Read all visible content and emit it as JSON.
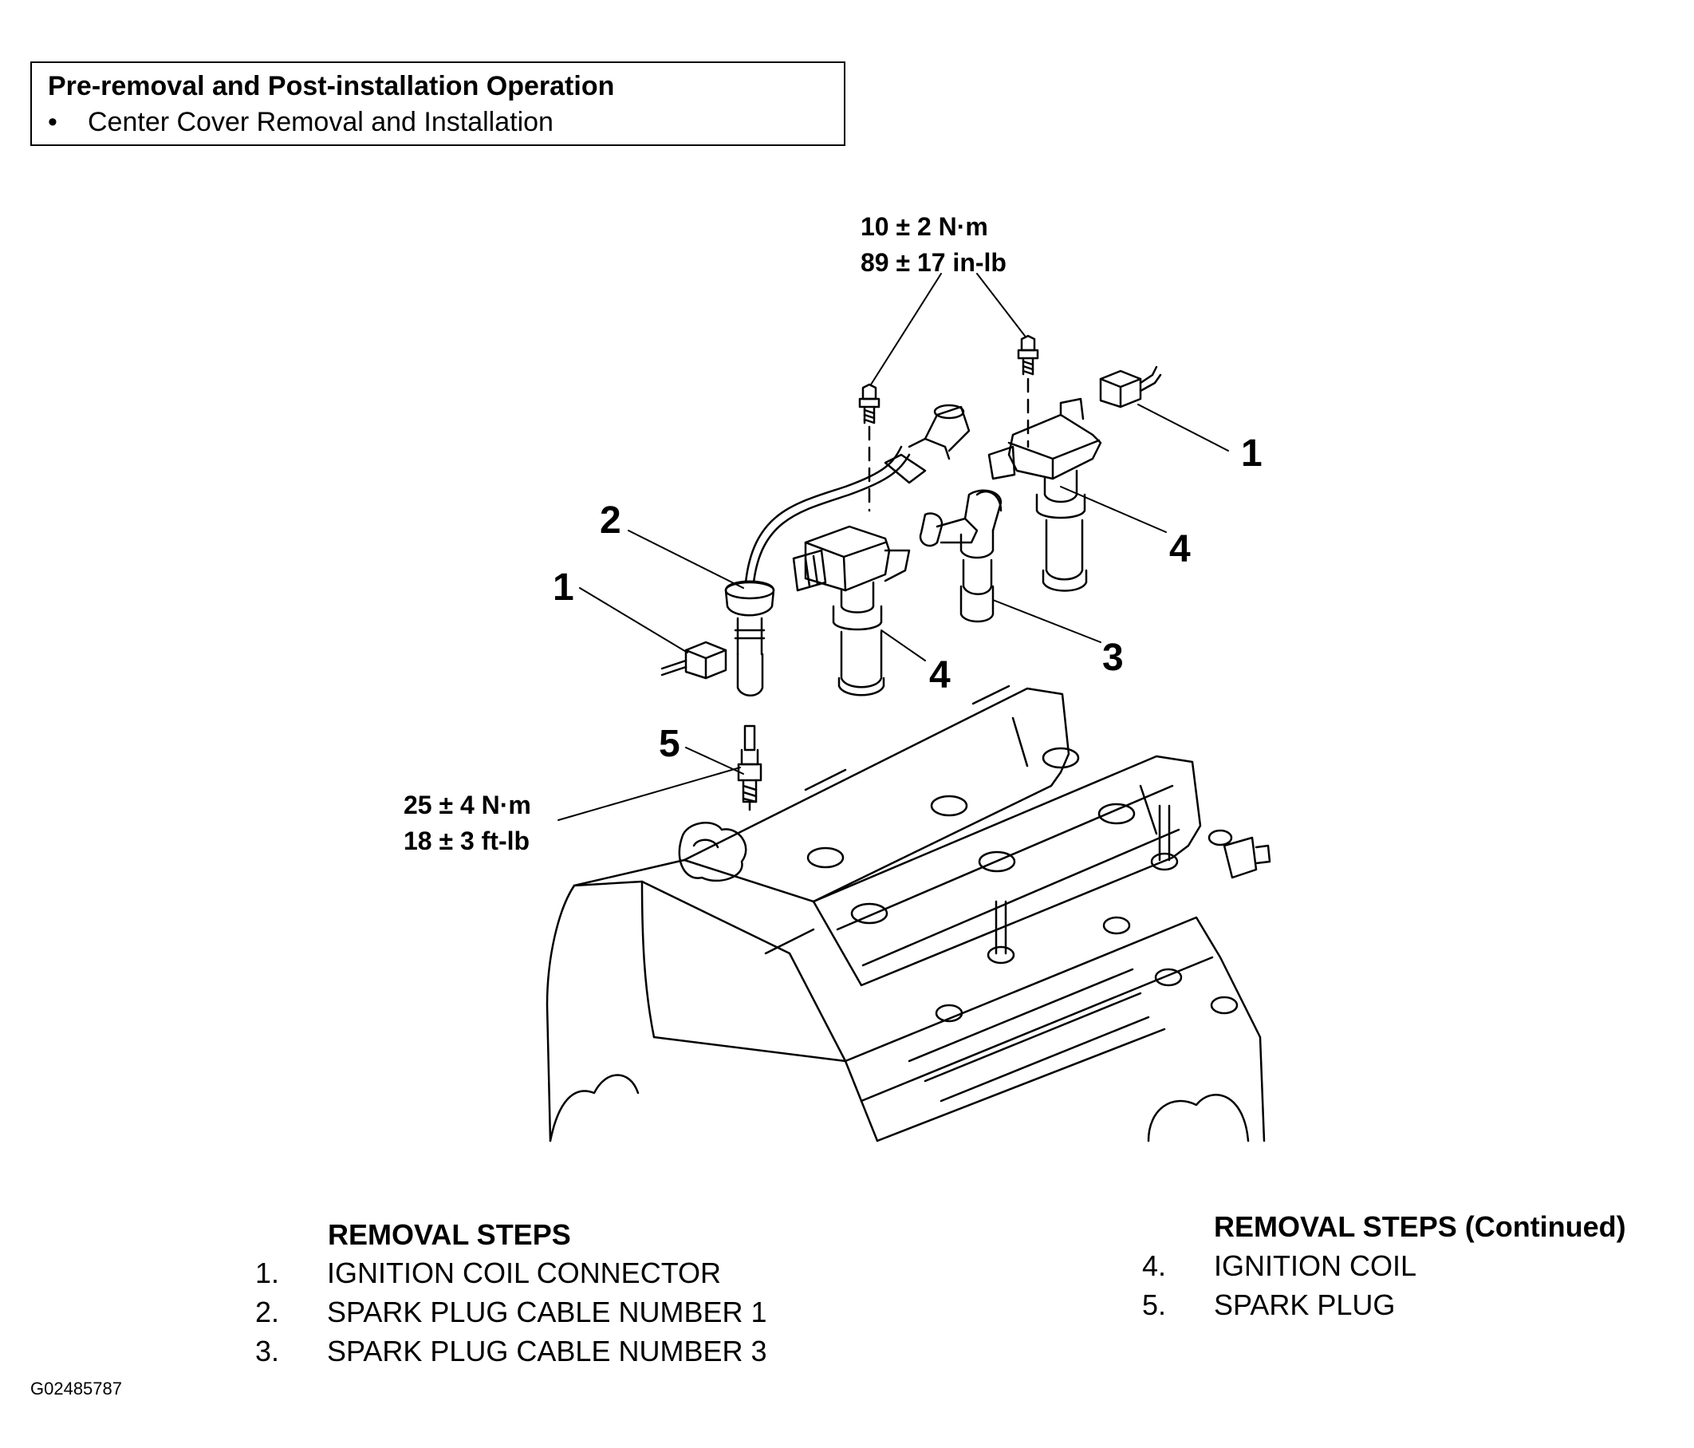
{
  "header_box": {
    "title": "Pre-removal and Post-installation Operation",
    "item": "Center Cover Removal and Installation"
  },
  "torque_specs": {
    "coil_bolts": {
      "metric": "10 ± 2 N·m",
      "imperial": "89 ± 17 in-lb"
    },
    "spark_plug": {
      "metric": "25 ± 4 N·m",
      "imperial": "18 ± 3 ft-lb"
    }
  },
  "callouts": [
    "1",
    "2",
    "1",
    "4",
    "4",
    "3",
    "5"
  ],
  "removal_steps": {
    "heading": "REMOVAL STEPS",
    "items": [
      {
        "num": "1.",
        "label": "IGNITION COIL CONNECTOR"
      },
      {
        "num": "2.",
        "label": "SPARK PLUG CABLE NUMBER 1"
      },
      {
        "num": "3.",
        "label": "SPARK PLUG CABLE NUMBER 3"
      }
    ]
  },
  "removal_steps_continued": {
    "heading": "REMOVAL STEPS (Continued)",
    "items": [
      {
        "num": "4.",
        "label": "IGNITION COIL"
      },
      {
        "num": "5.",
        "label": "SPARK PLUG"
      }
    ]
  },
  "figure_id": "G02485787"
}
